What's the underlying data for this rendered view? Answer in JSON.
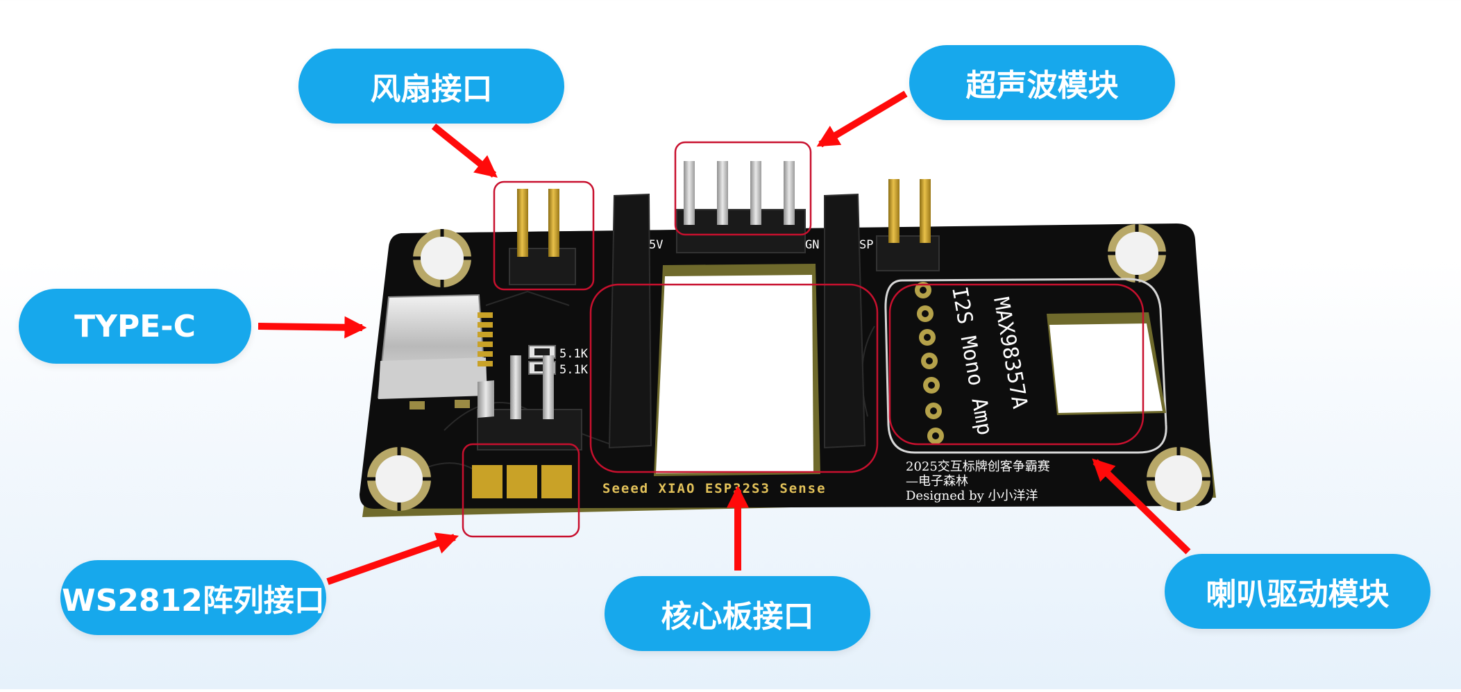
{
  "callouts": {
    "fan": "风扇接口",
    "ultrasonic": "超声波模块",
    "typec": "TYPE-C",
    "ws2812": "WS2812阵列接口",
    "core": "核心板接口",
    "speaker": "喇叭驱动模块"
  },
  "board": {
    "res1": "5.1K",
    "res2": "5.1K",
    "pin_5v": "5V",
    "pin_gnd": "GN",
    "pin_sp": "SP",
    "amp_line1": "I2S Mono Amp",
    "amp_line2": "MAX98357A",
    "core_label": "Seeed XIAO ESP32S3 Sense",
    "credit1": "2025交互标牌创客争霸赛",
    "credit2": "—电子森林",
    "credit3": "Designed by 小小洋洋"
  },
  "colors": {
    "callout": "#17a8ec",
    "arrow": "#ff0a0a",
    "highlight": "#c8102e",
    "pcb": "#0d0d0d",
    "pcb_edge": "#6f6a2c",
    "gold": "#c9a227"
  }
}
